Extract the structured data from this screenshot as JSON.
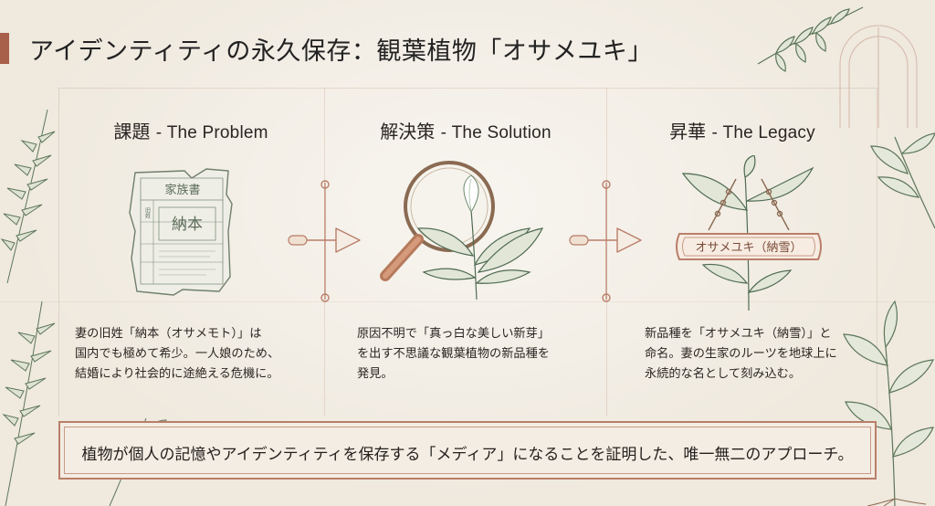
{
  "title": "アイデンティティの永久保存：観葉植物「オサメユキ」",
  "columns": [
    {
      "heading_jp": "課題",
      "heading_en": "- The Problem",
      "body": [
        "妻の旧姓「納本（オサメモト）」は",
        "国内でも極めて希少。一人娘のため、",
        "結婚により社会的に途絶える危機に。"
      ],
      "doc_title": "家族書",
      "doc_name": "納本",
      "doc_label": "旧姓"
    },
    {
      "heading_jp": "解決策",
      "heading_en": "- The Solution",
      "body": [
        "原因不明で「真っ白な美しい新芽」",
        "を出す不思議な観葉植物の新品種を",
        "発見。"
      ]
    },
    {
      "heading_jp": "昇華",
      "heading_en": "- The Legacy",
      "body": [
        "新品種を「オサメユキ（納雪）」と",
        "命名。妻の生家のルーツを地球上に",
        "永続的な名として刻み込む。"
      ],
      "sign_text": "オサメユキ（納雪）"
    }
  ],
  "footer": "植物が個人の記憶やアイデンティティを保存する「メディア」になることを証明した、唯一無二のアプローチ。",
  "colors": {
    "accent": "#a8604a",
    "ink": "#2b2622",
    "leaf": "#4f6b52",
    "frame": "#b97e69"
  }
}
